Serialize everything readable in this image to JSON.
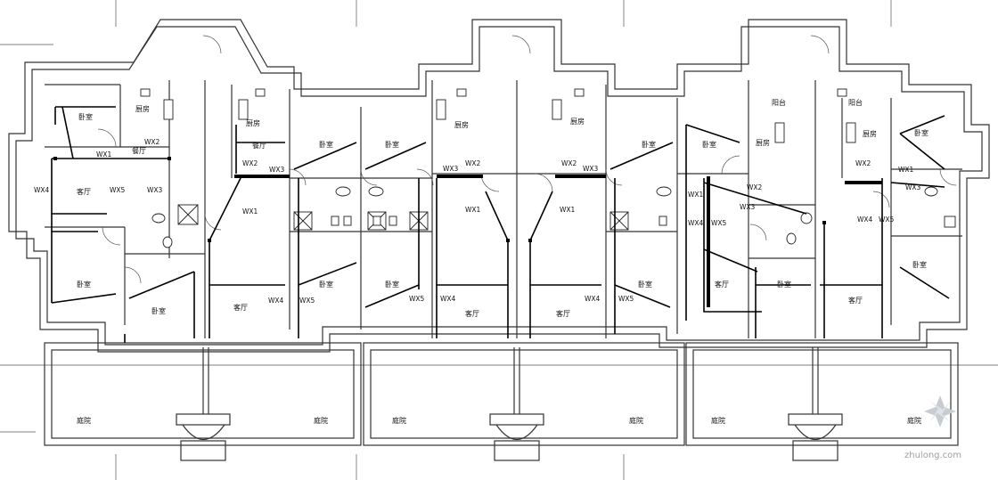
{
  "rooms": {
    "bedroom": "卧室",
    "living": "客厅",
    "kitchen": "厨房",
    "dining": "餐厅",
    "balcony": "阳台",
    "yard": "庭院"
  },
  "circuits": [
    "WX1",
    "WX2",
    "WX3",
    "WX4",
    "WX5"
  ],
  "watermark": "zhulong.com"
}
